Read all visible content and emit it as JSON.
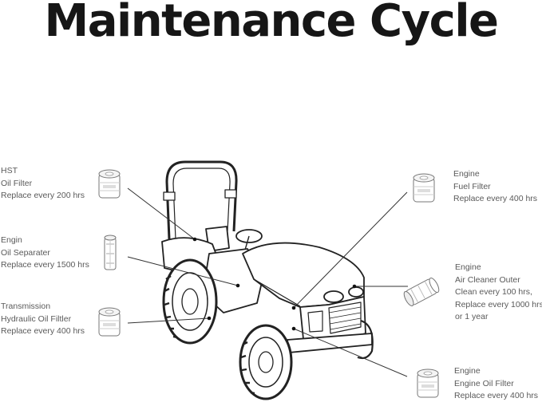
{
  "title": "Maintenance Cycle",
  "parts": {
    "hst_oil_filter": {
      "l1": "HST",
      "l2": "Oil Filter",
      "l3": "Replace every 200 hrs",
      "icon": "spin-on-filter-icon"
    },
    "oil_separater": {
      "l1": "Engin",
      "l2": "Oil Separater",
      "l3": "Replace every 1500 hrs",
      "icon": "cartridge-filter-icon"
    },
    "hydraulic_oil_filter": {
      "l1": "Transmission",
      "l2": "Hydraulic Oil Filtler",
      "l3": "Replace every 400 hrs",
      "icon": "spin-on-filter-icon"
    },
    "fuel_filter": {
      "l1": "Engine",
      "l2": "Fuel Filter",
      "l3": "Replace every 400 hrs",
      "icon": "spin-on-filter-icon"
    },
    "air_cleaner_outer": {
      "l1": "Engine",
      "l2": "Air Cleaner Outer",
      "l3": "Clean every 100 hrs,",
      "l4": "Replace every 1000 hrs",
      "l5": "or 1 year",
      "icon": "air-cleaner-icon"
    },
    "engine_oil_filter": {
      "l1": "Engine",
      "l2": "Engine Oil Filter",
      "l3": "Replace every 400 hrs",
      "icon": "spin-on-filter-icon"
    }
  },
  "colors": {
    "title": "#161616",
    "text": "#5a5a5a",
    "line": "#333333"
  }
}
